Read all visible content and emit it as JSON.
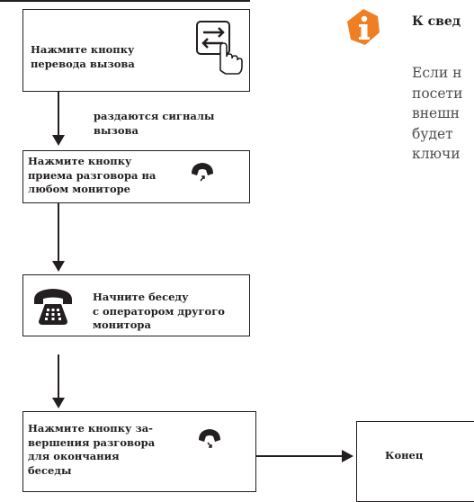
{
  "flow": {
    "step1": "Нажмите кнопку\nперевода вызова",
    "signal": "раздаются  сигналы\nвызова",
    "step2": "Нажмите кнопку\nприема разговора на\nлюбом мониторе",
    "step3": "Начните беседу\nс оператором другого\nмонитора",
    "step4": "Нажмите кнопку за-\nвершения разговора\nдля окончания\nбеседы",
    "end": "Конец"
  },
  "note": {
    "title": "К свед",
    "lines": [
      "Если н",
      "посети",
      "внешн",
      "будет",
      "ключи"
    ]
  },
  "icons": {
    "step1": "transfer-button-icon",
    "step2": "handset-answer-icon",
    "step3": "telephone-icon",
    "step4": "handset-hangup-icon",
    "note": "info-icon"
  },
  "colors": {
    "line": "#231f20",
    "info_accent": "#f07f23",
    "body_text": "#4d4d4f"
  }
}
